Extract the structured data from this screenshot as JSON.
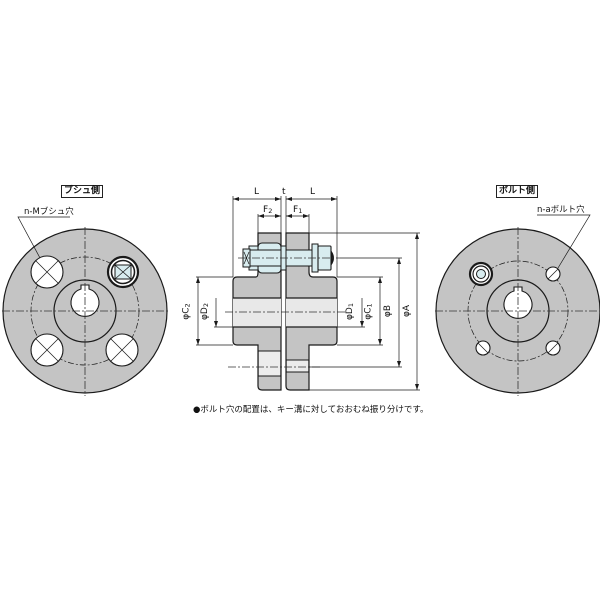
{
  "left_view": {
    "title": "ブシュ側",
    "callout": "n-Mブシュ穴"
  },
  "right_view": {
    "title": "ボルト側",
    "callout": "n-aボルト穴"
  },
  "side_view": {
    "dims": {
      "L_left": "L",
      "t": "t",
      "L_right": "L",
      "F2": "F",
      "F2_sub": "2",
      "F1": "F",
      "F1_sub": "1",
      "C2": "φC",
      "C2_sub": "2",
      "D2": "φD",
      "D2_sub": "2",
      "D1": "φD",
      "D1_sub": "1",
      "C1": "φC",
      "C1_sub": "1",
      "B": "φB",
      "A": "φA"
    }
  },
  "note": "●ボルト穴の配置は、キー溝に対しておおむね振り分けです。",
  "colors": {
    "body_fill": "#c4c4c4",
    "bore_fill": "#e8e8e8",
    "bolt_fill": "#d8ecef",
    "line": "#1a1a1a",
    "background": "#ffffff"
  }
}
